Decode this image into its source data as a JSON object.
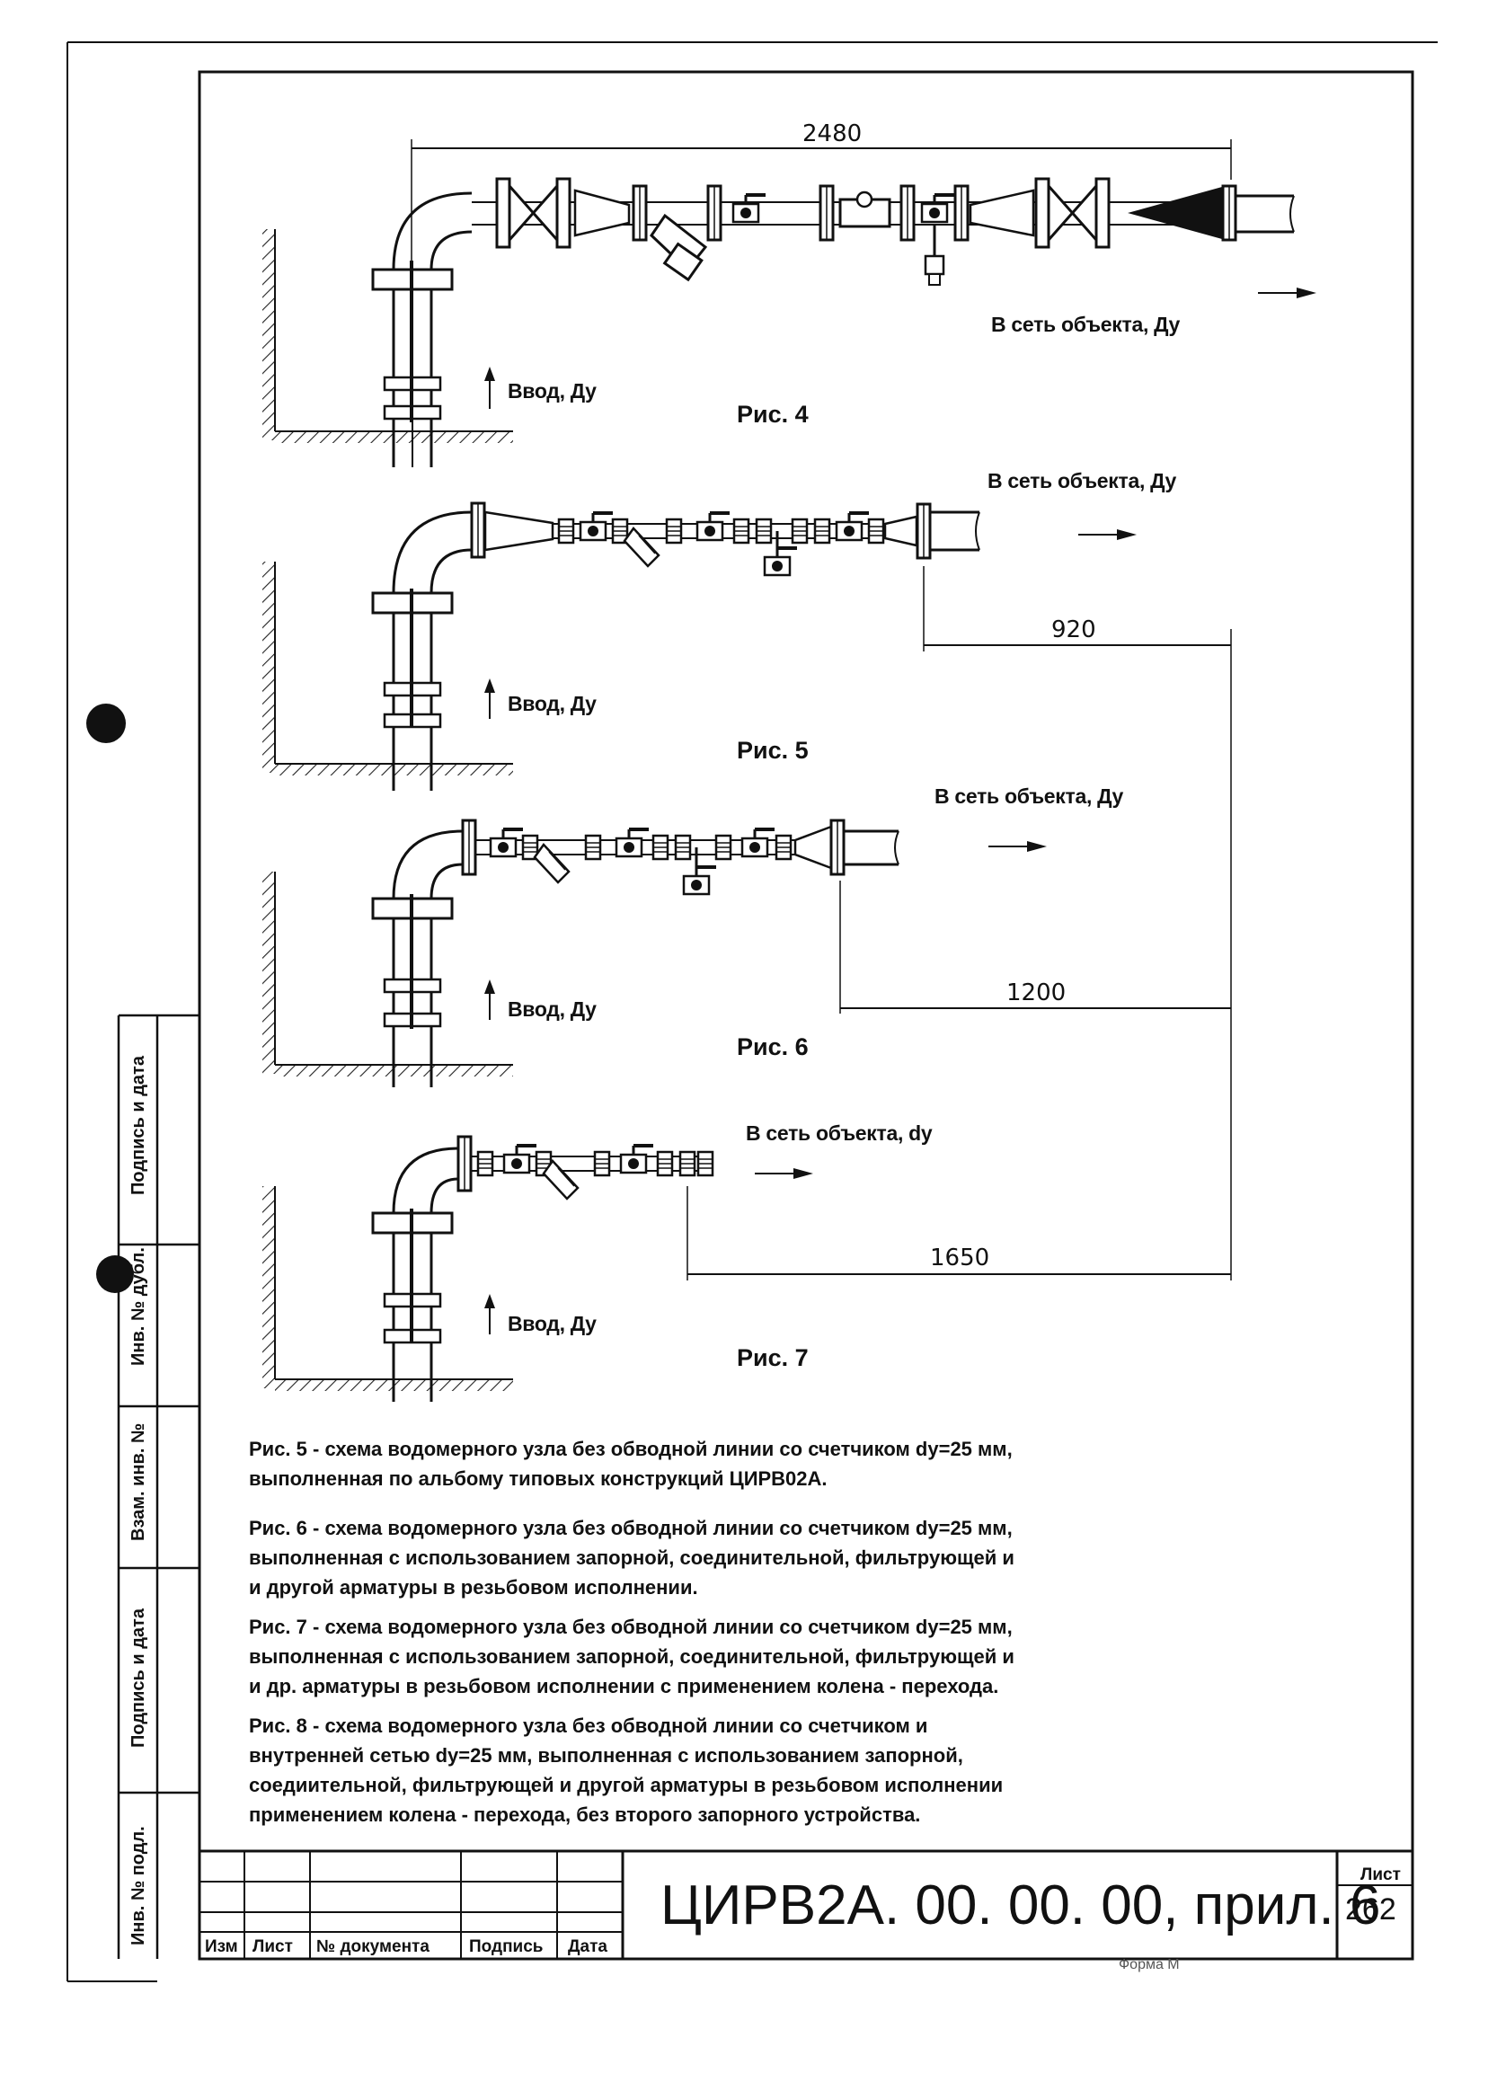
{
  "figures": [
    {
      "id": "fig4",
      "caption": "Рис. 4",
      "inlet_label": "Ввод, Ду",
      "outlet_label": "В сеть объекта, Ду",
      "dimension": "2480"
    },
    {
      "id": "fig5",
      "caption": "Рис. 5",
      "inlet_label": "Ввод, Ду",
      "outlet_label": "В сеть объекта, Ду",
      "dimension": "920"
    },
    {
      "id": "fig6",
      "caption": "Рис. 6",
      "inlet_label": "Ввод, Ду",
      "outlet_label": "В сеть объекта, Ду",
      "dimension": "1200"
    },
    {
      "id": "fig7",
      "caption": "Рис. 7",
      "inlet_label": "Ввод, Ду",
      "outlet_label": "В сеть объекта, dy",
      "dimension": "1650"
    }
  ],
  "descriptions": [
    {
      "lines": [
        "Рис. 5 - схема водомерного узла без обводной линии со счетчиком dy=25 мм,",
        "выполненная по альбому типовых конструкций ЦИРВ02А."
      ]
    },
    {
      "lines": [
        "Рис. 6 - схема водомерного узла без обводной линии со счетчиком dy=25 мм,",
        "выполненная с использованием запорной, соединительной, фильтрующей и",
        "и другой арматуры в резьбовом исполнении."
      ]
    },
    {
      "lines": [
        "Рис. 7 - схема водомерного узла без обводной линии со счетчиком dy=25 мм,",
        "выполненная с использованием запорной, соединительной, фильтрующей и",
        "и др. арматуры в резьбовом исполнении с применением колена - перехода."
      ]
    },
    {
      "lines": [
        "Рис. 8 - схема водомерного узла без обводной линии со счетчиком и",
        "внутренней сетью dy=25 мм, выполненная с использованием запорной,",
        "соедиительной, фильтрующей и другой арматуры в резьбовом исполнении",
        "применением колена - перехода, без второго запорного устройства."
      ]
    }
  ],
  "side_stamp": {
    "podpis_data_top": "Подпись и дата",
    "inv_dubl": "Инв. № дубл.",
    "vzam_inv": "Взам. инв. №",
    "podpis_data_bottom": "Подпись и дата",
    "inv_podl": "Инв. № подл."
  },
  "title_block": {
    "columns": [
      "Изм",
      "Лист",
      "№ документа",
      "Подпись",
      "Дата"
    ],
    "document_code": "ЦИРВ2А. 00. 00. 00, прил. 6",
    "sheet_label": "Лист",
    "sheet_number": "262",
    "below_text": "Форма М"
  }
}
